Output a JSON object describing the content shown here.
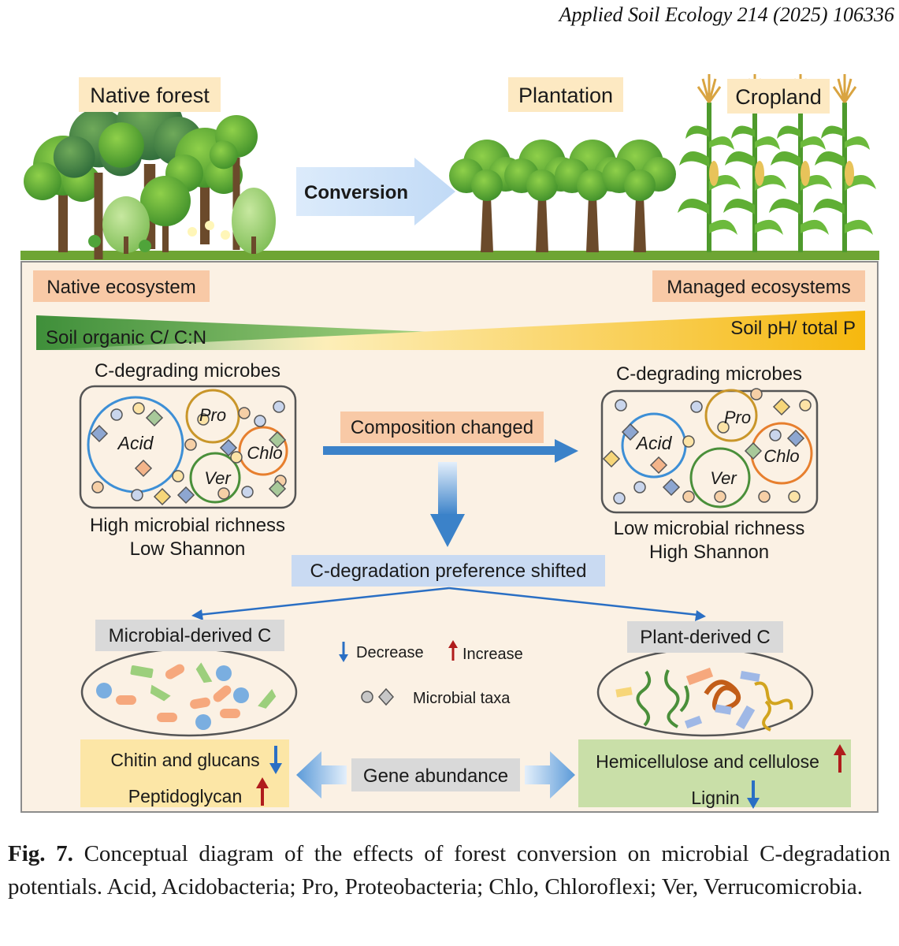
{
  "header": {
    "journal_ref": "Applied Soil Ecology 214 (2025) 106336"
  },
  "landscape": {
    "native_forest": "Native forest",
    "conversion": "Conversion",
    "plantation": "Plantation",
    "cropland": "Cropland"
  },
  "gradient": {
    "native_ecosystem": "Native ecosystem",
    "managed_ecosystems": "Managed ecosystems",
    "left_gradient": "Soil organic C/ C:N",
    "right_gradient": "Soil pH/ total P"
  },
  "microbes": {
    "left_title": "C-degrading microbes",
    "right_title": "C-degrading microbes",
    "taxa": {
      "acid": "Acid",
      "pro": "Pro",
      "chlo": "Chlo",
      "ver": "Ver"
    },
    "left_line1": "High microbial richness",
    "left_line2": "Low Shannon",
    "right_line1": "Low microbial richness",
    "right_line2": "High Shannon",
    "composition_changed": "Composition changed",
    "preference_shifted": "C-degradation preference shifted"
  },
  "carbon": {
    "microbial_derived": "Microbial-derived C",
    "plant_derived": "Plant-derived C",
    "decrease": "Decrease",
    "increase": "Increase",
    "microbial_taxa": "Microbial taxa"
  },
  "genes": {
    "gene_abundance": "Gene abundance",
    "chitin": "Chitin and glucans",
    "peptidoglycan": "Peptidoglycan",
    "hemicellulose": "Hemicellulose and cellulose",
    "lignin": "Lignin"
  },
  "caption": {
    "label": "Fig. 7.",
    "text": "Conceptual diagram of the effects of forest conversion on microbial C-degradation potentials. Acid, Acidobacteria; Pro, Proteobacteria; Chlo, Chloroflexi; Ver, Verrucomicrobia."
  },
  "colors": {
    "panel_bg": "#fbf1e4",
    "orange_label": "#f8c9a6",
    "yellow_label": "#fde9c2",
    "blue_arrow": "#3b82c9",
    "green_box": "#c9dfa8",
    "yellow_box": "#fce6a6",
    "gray_label": "#d9d9d9",
    "acid": "#3d8fd6",
    "pro": "#c9962a",
    "chlo": "#e77f2e",
    "ver": "#4a8f3a",
    "dec_arrow": "#2a6fc4",
    "inc_arrow": "#b01c1c"
  }
}
